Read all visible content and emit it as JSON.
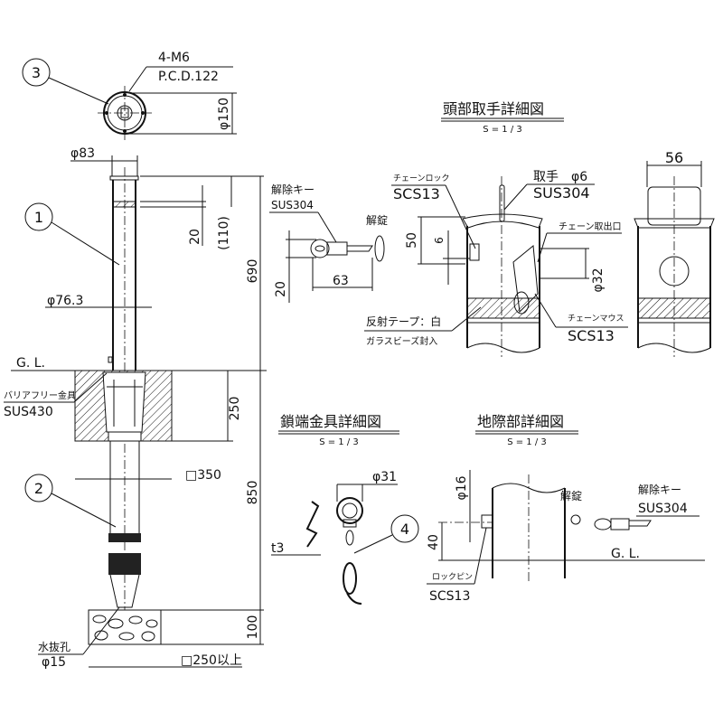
{
  "callouts": {
    "c1": "1",
    "c2": "2",
    "c3": "3",
    "c4": "4"
  },
  "main_view": {
    "bolt_spec": "4-M6",
    "pcd": "P.C.D.122",
    "dia_flange": "φ150",
    "dia_top": "φ83",
    "dia_post": "φ76.3",
    "dim_band": "20",
    "dim_head": "(110)",
    "dim_above_gl": "690",
    "gl_label": "G. L.",
    "fitting_label": "バリアフリー金具",
    "fitting_material": "SUS430",
    "dim_fitting": "250",
    "dim_foundation": "□350",
    "dim_below_gl": "850",
    "dim_base": "100",
    "drain_label": "水抜孔",
    "drain_dia": "φ15",
    "dim_base_width": "□250以上"
  },
  "key_view": {
    "key_label": "解除キー",
    "key_material": "SUS304",
    "unlock_label": "解錠",
    "dim_length": "63",
    "dim_height": "20"
  },
  "head_detail": {
    "title": "頭部取手詳細図",
    "scale": "S = 1 / 3",
    "chain_lock_label": "チェーンロック",
    "chain_lock_material": "SCS13",
    "handle_label": "取手　φ6",
    "handle_material": "SUS304",
    "chain_outlet_label": "チェーン取出口",
    "dim_50": "50",
    "dim_6": "6",
    "dim_32": "φ32",
    "tape_label": "反射テープ：白",
    "tape_note": "ガラスビーズ封入",
    "chain_mouth_label": "チェーンマウス",
    "chain_mouth_material": "SCS13",
    "dim_width": "56"
  },
  "chain_end_detail": {
    "title": "鎖端金具詳細図",
    "scale": "S = 1 / 3",
    "dim_ring": "φ31",
    "dim_thickness": "t3"
  },
  "ground_detail": {
    "title": "地際部詳細図",
    "scale": "S = 1 / 3",
    "dim_16": "φ16",
    "unlock_label": "解錠",
    "key_label": "解除キー",
    "key_material": "SUS304",
    "dim_40": "40",
    "gl_label": "G. L.",
    "lock_pin_label": "ロックピン",
    "lock_pin_material": "SCS13"
  }
}
